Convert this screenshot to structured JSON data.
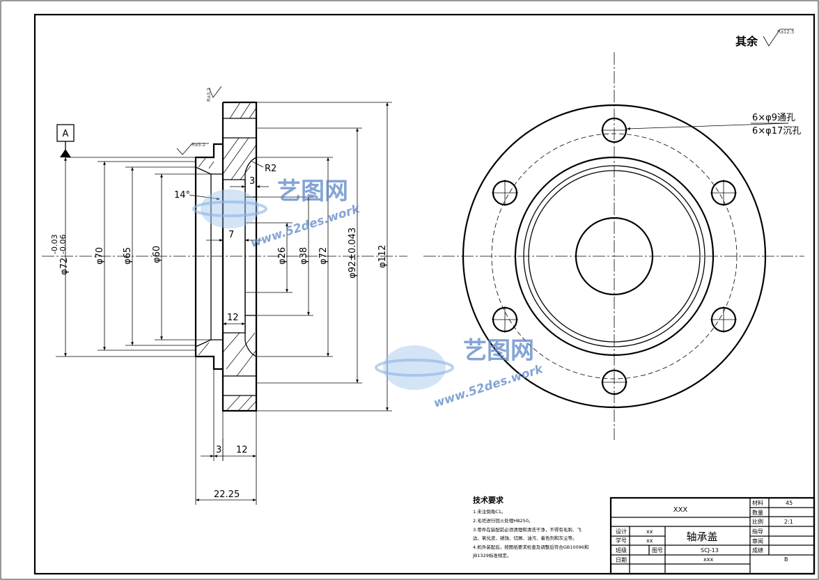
{
  "datum": {
    "label": "A"
  },
  "roughness": {
    "rest_label": "其余",
    "rest_value": "Ra12.5",
    "values": [
      "Ra3.2",
      "Ra3.2"
    ]
  },
  "holes_note": {
    "line1": "6×φ9通孔",
    "line2": "6×φ17沉孔"
  },
  "dimensions": {
    "d72_tol": "φ72",
    "d72_upper": "-0.03",
    "d72_lower": "-0.06",
    "d70": "φ70",
    "d65": "φ65",
    "d60": "φ60",
    "d26": "φ26",
    "d38": "φ38",
    "d72": "φ72",
    "d92": "φ92±0.043",
    "d112": "φ112",
    "angle": "14°",
    "r2": "R2",
    "w3_top": "3",
    "w7": "7",
    "w12_mid": "12",
    "w3_bot": "3",
    "w12_bot": "12",
    "total": "22.25"
  },
  "watermark": {
    "cn": "艺图网",
    "url": "www.52des.work"
  },
  "tech_requirements": {
    "title": "技术要求",
    "items": [
      "1.未注倒角C1。",
      "2.毛坯进行回火处理HB250。",
      "3.零件在装配前必须清理和清洗干净，不得有毛刺、飞",
      "边、氧化皮、锈蚀、切屑、油污、着色剂和灰尘等。",
      "4.机件装配后，按图纸要求检查及调整后符合GB10096和",
      "JB1329标准规定。"
    ]
  },
  "title_block": {
    "company": "XXX",
    "part_name": "轴承盖",
    "material_label": "材料",
    "material_value": "45",
    "quantity_label": "数量",
    "scale_label": "比例",
    "scale_value": "2:1",
    "guide_label": "指导",
    "review_label": "审阅",
    "grade_label": "成绩",
    "design_label": "设计",
    "design_value": "xx",
    "student_id_label": "学号",
    "student_id_value": "xx",
    "class_label": "班级",
    "date_label": "日期",
    "drawing_no_label": "图号",
    "drawing_no_value": "SCJ-13",
    "footer_value": "xxx",
    "sheet_value": "B"
  }
}
